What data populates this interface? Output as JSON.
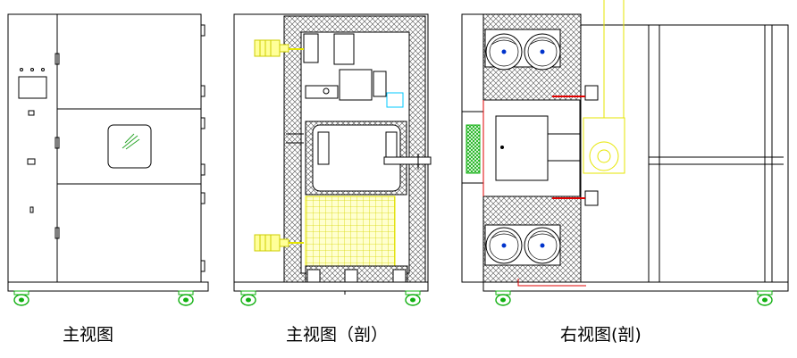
{
  "captions": {
    "front_view": "主视图",
    "front_section": "主视图（剖）",
    "right_section": "右视图(剖)"
  },
  "colors": {
    "line": "#000000",
    "hatch": "#555555",
    "yellow": "#e6e600",
    "cyan": "#00c8ff",
    "green": "#10b010",
    "red": "#e00000",
    "blue": "#0033cc",
    "glass": "#2aa52a"
  },
  "icons": [
    "caster-wheel-icon",
    "motor-icon",
    "fan-impeller-icon",
    "door-handle-icon"
  ]
}
